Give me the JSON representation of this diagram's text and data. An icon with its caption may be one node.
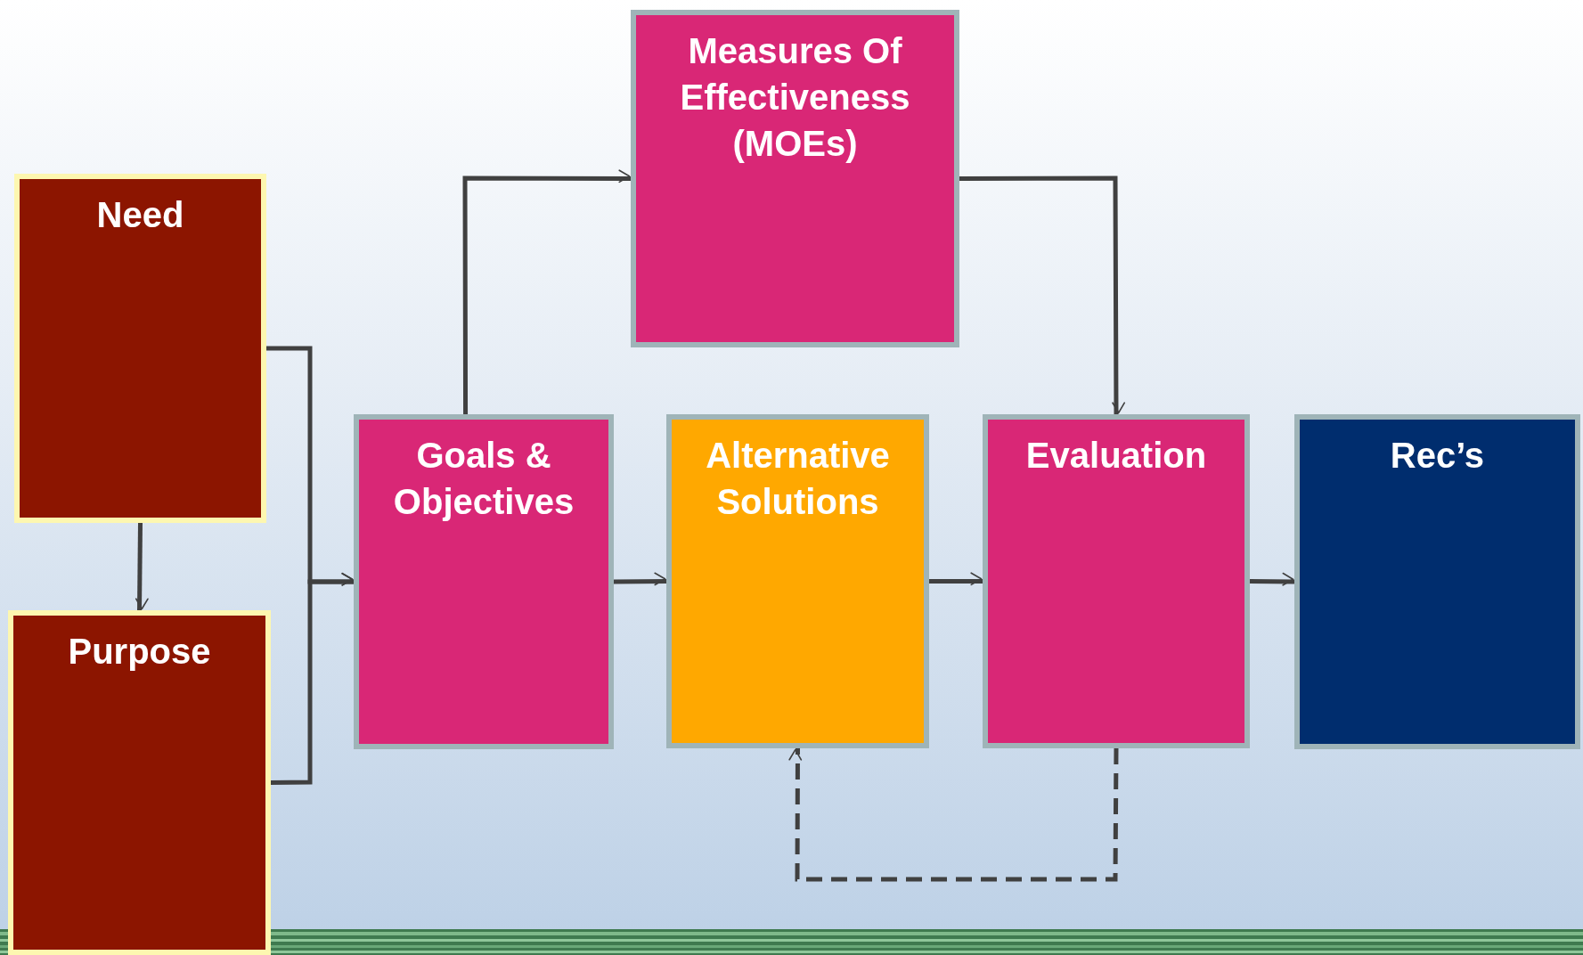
{
  "diagram": {
    "nodes": [
      {
        "text": [
          "Need"
        ]
      },
      {
        "text": [
          "Purpose"
        ]
      },
      {
        "text": [
          "Measures Of Effectiveness (MOEs)"
        ]
      },
      {
        "text": [
          "Goals & Objectives"
        ]
      },
      {
        "text": [
          "Alternative Solutions"
        ]
      },
      {
        "text": [
          "Evaluation"
        ]
      },
      {
        "text": [
          "Rec’s"
        ]
      }
    ],
    "edges": [
      {
        "from": 0,
        "to": 1,
        "arrow": "to"
      },
      {
        "from": 0,
        "to": 3,
        "arrow": "to"
      },
      {
        "from": 1,
        "to": 3,
        "arrow": "to"
      },
      {
        "from": 3,
        "to": 2,
        "arrow": "to"
      },
      {
        "from": 2,
        "to": 5,
        "arrow": "to"
      },
      {
        "from": 3,
        "to": 4,
        "arrow": "to"
      },
      {
        "from": 4,
        "to": 5,
        "arrow": "to"
      },
      {
        "from": 5,
        "to": 6,
        "arrow": "to"
      },
      {
        "from": 5,
        "to": 4,
        "arrow": "to",
        "style": "dashed"
      }
    ]
  }
}
